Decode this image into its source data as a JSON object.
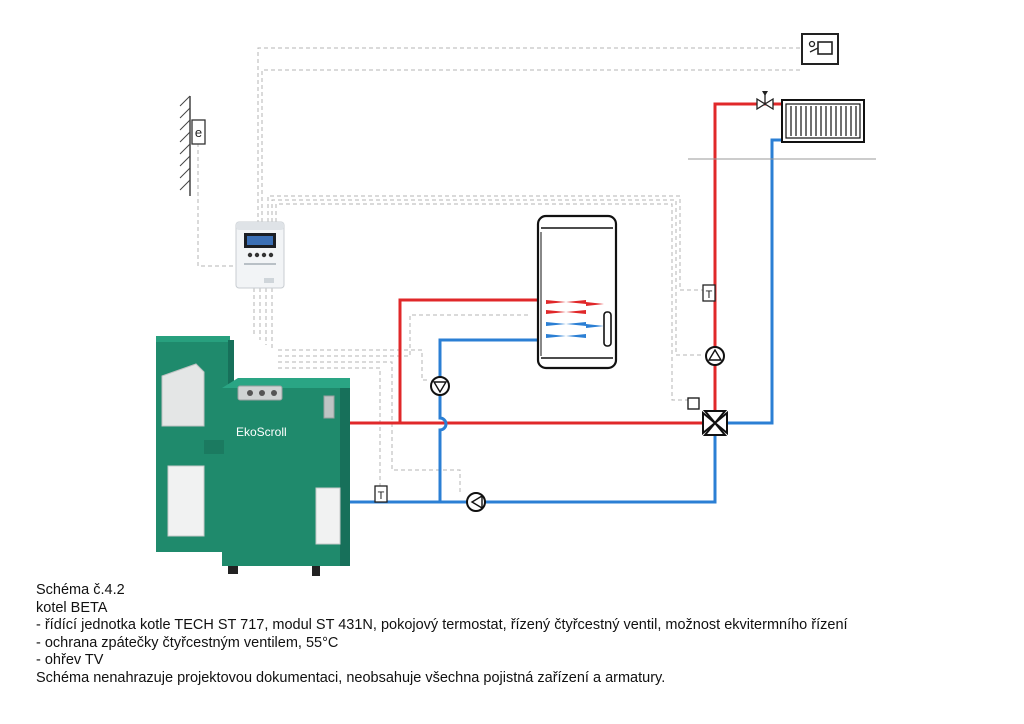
{
  "boiler": {
    "brand": "EkoScroll"
  },
  "sensor_labels": {
    "temperature_symbol": "T",
    "outdoor_sensor_symbol": "e"
  },
  "caption": {
    "title": "Schéma č.4.2",
    "subtitle": "kotel BETA",
    "items": [
      "- řídící jednotka kotle TECH ST 717, modul ST 431N, pokojový termostat, řízený čtyřcestný ventil, možnost ekvitermního řízení",
      "- ochrana zpátečky čtyřcestným ventilem, 55°C",
      "- ohřev TV"
    ],
    "disclaimer": "Schéma nenahrazuje projektovou dokumentaci, neobsahuje všechna pojistná zařízení a armatury."
  },
  "colors": {
    "supply": "#e0282a",
    "return": "#2b7fd4",
    "signal": "#b5b5b5",
    "boiler_body": "#1f8a6c",
    "boiler_dark": "#17705a"
  },
  "icons": [
    "outdoor-sensor-icon",
    "room-thermostat-icon",
    "controller-unit-icon",
    "boiler-icon",
    "hot-water-tank-icon",
    "circulation-pump-icon",
    "four-way-valve-icon",
    "radiator-icon",
    "temperature-sensor-icon",
    "valve-icon"
  ]
}
